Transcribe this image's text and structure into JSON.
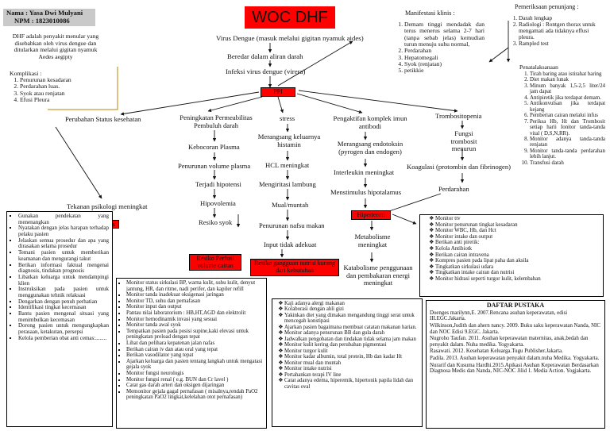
{
  "title": "WOC DHF",
  "student": {
    "name": "Nama : Yasa Dwi Mulyani",
    "npm": "NPM : 1823010086"
  },
  "definition": "DHF adalah penyakit menular yang disebabkan oleh virus dengue dan ditularkan melalui gigitan nyamuk Aedes aegipty",
  "komplikasi": {
    "title": "Komplikasi :",
    "items": [
      "Penurunan kesadaran",
      "Perdarahan luas.",
      "Syok atau renjatan",
      "Efusi Pleura"
    ]
  },
  "flow": {
    "virus": "Virus Dengue (masuk melalui gigitan nyamuk aides)",
    "beredar": "Beredar dalam aliran darah",
    "infeksi": "Infeksi virus dengue (virera)",
    "ppi": "PPI",
    "perubahan": "Perubahan Status kesehatan",
    "tekanan": "Tekanan psikologi meningkat",
    "cemas": "Cemas",
    "permeabilitas": "Peningkatan Permeabilitas Pembuluh darah",
    "kebocoran": "Kebocoran Plasma",
    "penurunan_volume": "Penurunan volume plasma",
    "hipotensi": "Terjadi hipotensi",
    "hipovolemia": "Hipovolemia",
    "resiko_syok": "Resiko syok",
    "resiko_perfusi": "Resiko Perfusi volume cairan",
    "stress": "stress",
    "histamin": "Merangsang keluarnya histamin",
    "hcl": "HCL meningkat",
    "lambung": "Mengiritasi lambung",
    "mual": "Mual/muntah",
    "nafsu": "Penurunan nafsu makan",
    "input": "Input tidak adekuat",
    "nutrisi": "Resiko gangguan nutrisi kurang dari kebutuhan",
    "imun": "Pengaktifan komplek imun antibodi",
    "endotoksin": "Merangsang endotoksin (pyrogen dan endogen)",
    "interleukin": "Interleukin meningkat",
    "hipotalamus": "Menstimulus hipotalamus",
    "hipertermi": "Hipertermi",
    "metabolisme": "Metabolisme meningkat",
    "katabolisme": "Katabolisme penggunaan dan pembakaran energi meningkat",
    "trombositopenia": "Trombositopenia",
    "fungsi": "Fungsi trombosit menurun",
    "koagulasi": "Koagulasi (protombin dan fibrinogen)",
    "perdarahan": "Perdarahan"
  },
  "manifestasi": {
    "title": "Manifestasi klinis :",
    "items": [
      "Demam tinggi mendadak dan terus menerus selama 2-7 hari (tanpa sebab jelas) kemudian turun menuju suhu normal,",
      "Perdarahan",
      "Hepatomegali",
      "Syok (renjatan)",
      "petikkie"
    ]
  },
  "pemeriksaan": {
    "title": "Pemeriksaan penunjang :",
    "items": [
      "Darah lengkap",
      "Radiologi : Rontgen thorax untuk mengamati ada tidaknya effusi pleura.",
      "Rampled test"
    ]
  },
  "penatalaksanaan": {
    "title": "Penatalaksanaan",
    "items": [
      "Tirah baring atau istirahat baring",
      "Diet makan lunak",
      "Minum banyak 1,5-2,5 liter/24 jam dapat",
      "Antipiretik jika terdapat demam.",
      "Antikonvulsan jika terdapat kejang",
      "Pemberian cairan melalui infus",
      "Periksa Hb, Ht dan Trombosit setiap harii Ionitor tanda-tanda vital ( D,S,N,RR).",
      "Monitor adanya tanda-tanda renjatan",
      "Monitor tanda-tanda perdarahan lebih lanjut.",
      "Transfusi darah"
    ]
  },
  "cemas_list": [
    "Gunakan pendekatan yang menenangkan",
    "Nyatakan dengan jelas harapan terhadap pelaku pasien",
    "Jelaskan semua prosedur dan apa yang dirasakan selama prosedur",
    "Temani pasien untuk memberikan keamanan dan mengurangi takut",
    "Berikan informasi faktual mengenai diagnosis, tindakan prognosis",
    "Libatkan keluarga untuk mendampingi klien",
    "Instruksikan pada pasien untuk menggunakan tehnik relaksasi",
    "Dengarkan dengan penuh perhatian",
    "Identifikasi tingkat kecemasan",
    "Bantu pasien mengenal situasi yang menimbulkan kecemasan",
    "Dorong pasien untuk mengungkapkan perasaan, ketakutan, persepsi",
    "Kelola pemberian obat anti cemas:........"
  ],
  "perfusi_list": [
    "Monitor status sirkulasi BP, warna kulit, suhu kulit, denyut jantung, HR, dan ritme, nadi perifer, dan kapiler refill",
    "Monitor tanda inadekuat oksigenasi jaringan",
    "Monitor TD, suhu dan pernafasan",
    "Monitor input dan output",
    "Pantau nilai laboratorium : HB,HT,AGD dan elektrolit",
    "Monitor hemodinamik invasi yang sesuai",
    "Monitor tanda awal syok",
    "Tempatkan pasien pada posisi supine,kaki elevasi untuk peningkatan preload dengan tepat",
    "Lihat dan pelihara kepatenan jalan nafas",
    "Berikan cairan iv dan atau oral yang tepat",
    "Berikan vasodilator yang tepat",
    "Ajarkan keluarga dan pasien tentang langkah untuk mengatasi gejala syok",
    "Monitor fungsi neurologis",
    "Monitor fungsi renal ( e.g. BUN dan Cr lavel )",
    "Catat gas darah arteri dan oksigen dijaringan",
    "Memonitor gejala gagal pernafasan ( misalnya,rendah PaO2 peningkatan PaO2 tingkat,kelelahan otot pernafasan)"
  ],
  "nutrisi_list": [
    "Kaji adanya alergi makanan",
    "Kolaborasi dengan ahli gizi",
    "Yakinkan diet yang dimakan mengandung tinggi serat untuk mencegah konstipasi",
    "Ajarkan pasien bagaimana membuat catatan makanan harian.",
    "Monitor adanya penurunan BB dan gula darah",
    "Jadwalkan pengobatan dan tindakan tidak selama jam makan",
    "Monitor kulit kering dan perubahan pigmentasi",
    "Monitor turgor kulit",
    "Monitor kadar albumin, total protein, Hb dan kadar Ht",
    "Monitor mual dan muntah",
    "Monitor intake nutrisi",
    "Pertahankan terapi IV line",
    "Catat adanya edema, hiperemik, hipertonik papila lidah dan cavitas oval"
  ],
  "hipertermi_list": [
    "Monitor ttv",
    "Monitor penurunan tingkat kesadaran",
    "Monitor WBC, Hb, dan Hct",
    "Monitor intake dan output",
    "Berikan anti piretik:",
    "Kelola Antibiotk",
    "Berikan cairan intravena",
    "Kompres pasien pada lipat paha dan aksila",
    "Tingkatkan sirkulasi udara",
    "Tingkatkan intake cairan dan nutrisi",
    "Monitor hidrasi seperti turgor kulit, kelembaban"
  ],
  "pustaka": {
    "title": "DAFTAR PUSTAKA",
    "refs": [
      "Doenges marilynn,E. 2007.Rencana asuhan keperawatan, edisi III.EGC.Jakarta.",
      "Wilkinson,Judith dan ahern nancy. 2009. Buku saku keperawatan Nanda, NIC dan NOC Edisi 9.EGC. Jakarta.",
      "Nugroho Taufan. 2011. Asuhan keperawatan maternitas, anak,bedah dan penyakit dalam. Nuha medika. Yogyakarta.",
      "Rasawati. 2012. Kesehatan Keluarga.Tugu Publisher.Jakarta.",
      "Padila. 2013. Asuhan keperawatan penyakit dalam.nuha Medika. Yogyakarta.",
      "Nurarif dan Kusuma Hardhi.2015.Apikasi Asuhan Keperawatan Berdasarkan Diagnosa Medis dan Nanda, NIC-NOC Jilid 1. Media Action. Yogjakarta."
    ]
  }
}
